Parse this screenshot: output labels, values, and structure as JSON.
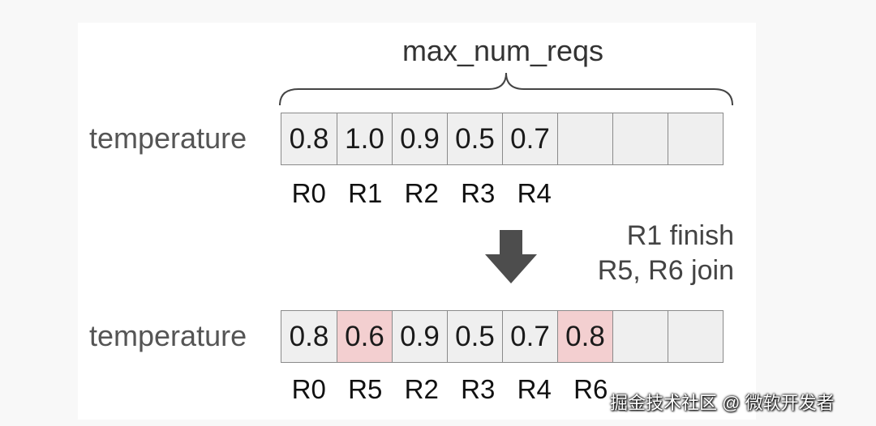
{
  "title": "max_num_reqs",
  "top_row": {
    "label": "temperature",
    "cells": [
      "0.8",
      "1.0",
      "0.9",
      "0.5",
      "0.7",
      "",
      "",
      ""
    ],
    "requests": [
      "R0",
      "R1",
      "R2",
      "R3",
      "R4"
    ]
  },
  "transition_note": {
    "line1": "R1 finish",
    "line2": "R5, R6 join"
  },
  "bottom_row": {
    "label": "temperature",
    "cells": [
      "0.8",
      "0.6",
      "0.9",
      "0.5",
      "0.7",
      "0.8",
      "",
      ""
    ],
    "highlighted": [
      false,
      true,
      false,
      false,
      false,
      true,
      false,
      false
    ],
    "requests": [
      "R0",
      "R5",
      "R2",
      "R3",
      "R4",
      "R6"
    ]
  },
  "colors": {
    "cell_fill": "#efefef",
    "highlight_fill": "#f3cfd0",
    "arrow": "#4d4d4d"
  },
  "watermark": "掘金技术社区 @ 微软开发者"
}
